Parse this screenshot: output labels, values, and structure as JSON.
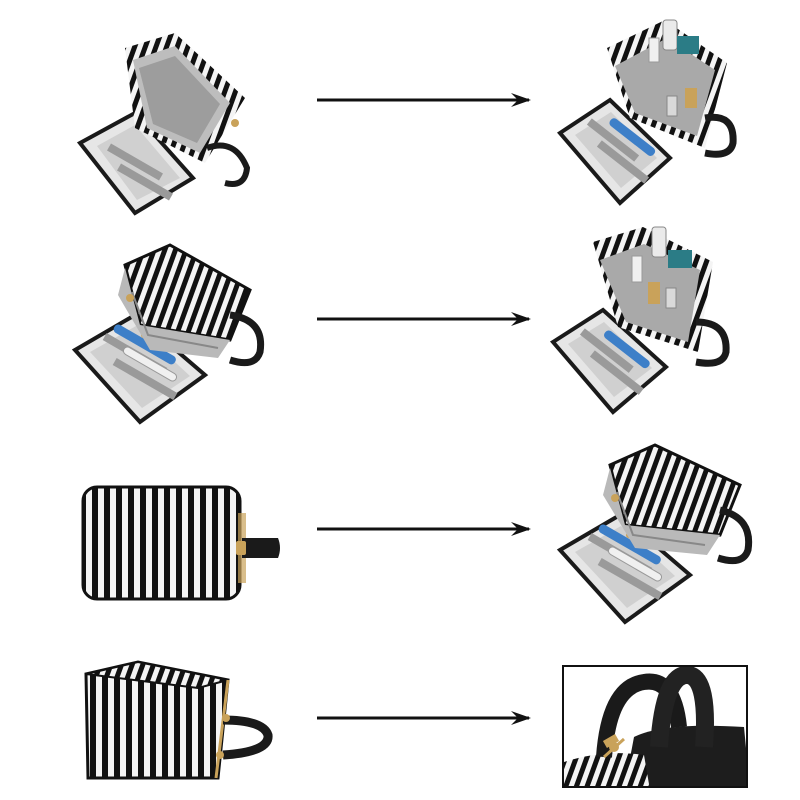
{
  "colors": {
    "background": "#ffffff",
    "stripe_dark": "#111111",
    "stripe_light": "#f4f4f4",
    "lining": "#d3d3d3",
    "lining_light": "#e8e8e8",
    "strap": "#1a1a1a",
    "zipper": "#c9a25a",
    "arrow": "#111111"
  },
  "rows": [
    {
      "left": {
        "state": "open-empty",
        "icon": "open-bag-empty-icon"
      },
      "right": {
        "state": "open-filled",
        "icon": "open-bag-filled-icon"
      }
    },
    {
      "left": {
        "state": "open-with-toiletries",
        "icon": "open-bag-toiletries-icon"
      },
      "right": {
        "state": "open-filled",
        "icon": "open-bag-filled-icon"
      }
    },
    {
      "left": {
        "state": "closed-flat",
        "icon": "closed-bag-icon"
      },
      "right": {
        "state": "open-with-toiletries",
        "icon": "open-bag-toiletries-icon"
      }
    },
    {
      "left": {
        "state": "closed-angled",
        "icon": "closed-bag-angled-icon"
      },
      "right": {
        "state": "handle-closeup",
        "icon": "handle-closeup-icon"
      }
    }
  ]
}
